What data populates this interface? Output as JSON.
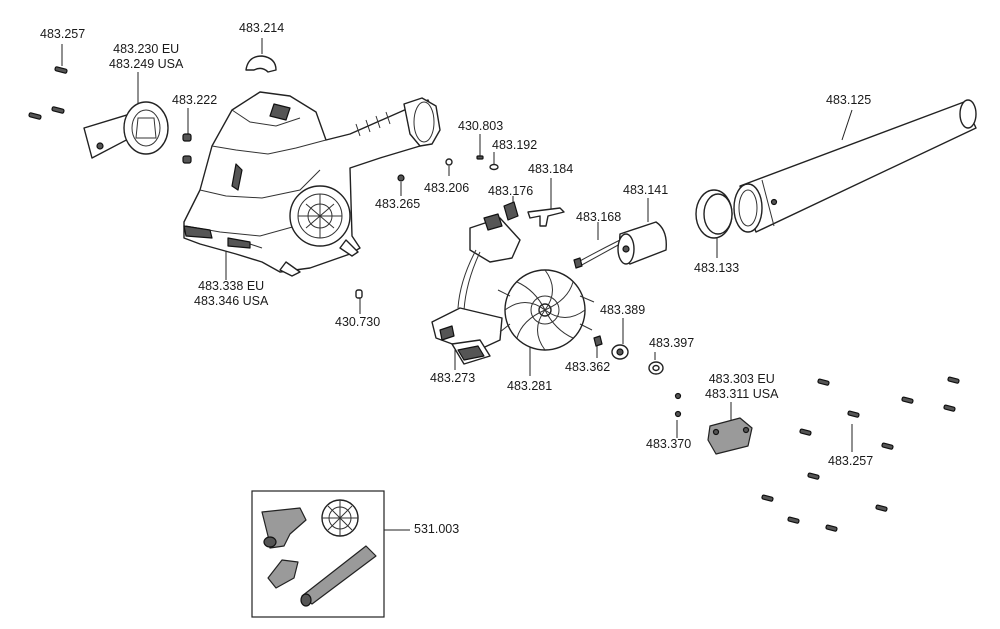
{
  "labels": {
    "p483_257_a": "483.257",
    "p483_230": "483.230 EU",
    "p483_249": "483.249 USA",
    "p483_214": "483.214",
    "p483_222": "483.222",
    "p430_803": "430.803",
    "p483_192": "483.192",
    "p483_184": "483.184",
    "p483_125": "483.125",
    "p483_206": "483.206",
    "p483_176": "483.176",
    "p483_141": "483.141",
    "p483_265": "483.265",
    "p483_168": "483.168",
    "p483_338": "483.338 EU",
    "p483_346": "483.346 USA",
    "p483_133": "483.133",
    "p430_730": "430.730",
    "p483_389": "483.389",
    "p483_397": "483.397",
    "p483_362": "483.362",
    "p483_273": "483.273",
    "p483_281": "483.281",
    "p483_303": "483.303 EU",
    "p483_311": "483.311 USA",
    "p483_370": "483.370",
    "p483_257_b": "483.257",
    "p531_003": "531.003"
  }
}
